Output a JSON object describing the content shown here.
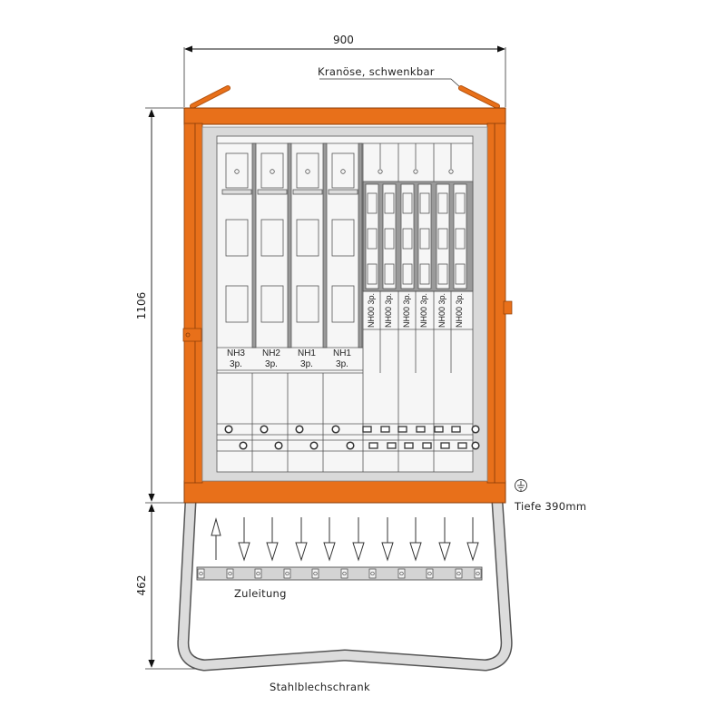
{
  "drawing": {
    "title": "Stahlblechschrank",
    "dimensions": {
      "width": "900",
      "height_cabinet": "1106",
      "height_base": "462",
      "depth": "Tiefe 390mm"
    },
    "annotations": {
      "crane_eye": "Kranöse, schwenkbar",
      "supply": "Zuleitung",
      "earth_symbol": "earth-ground"
    },
    "fuse_switches_large": [
      {
        "type": "NH3",
        "poles": "3p."
      },
      {
        "type": "NH2",
        "poles": "3p."
      },
      {
        "type": "NH1",
        "poles": "3p."
      },
      {
        "type": "NH1",
        "poles": "3p."
      }
    ],
    "fuse_switches_small": [
      {
        "type": "NH00",
        "poles": "3p."
      },
      {
        "type": "NH00",
        "poles": "3p."
      },
      {
        "type": "NH00",
        "poles": "3p."
      },
      {
        "type": "NH00",
        "poles": "3p."
      },
      {
        "type": "NH00",
        "poles": "3p."
      },
      {
        "type": "NH00",
        "poles": "3p."
      }
    ],
    "cable_arrows": {
      "incoming": 1,
      "outgoing": 9
    },
    "colors": {
      "frame": "#e8701a",
      "frame_dark": "#b4520e",
      "panel": "#d9d9d9",
      "line": "#444444",
      "base": "#dcdcdc"
    }
  }
}
